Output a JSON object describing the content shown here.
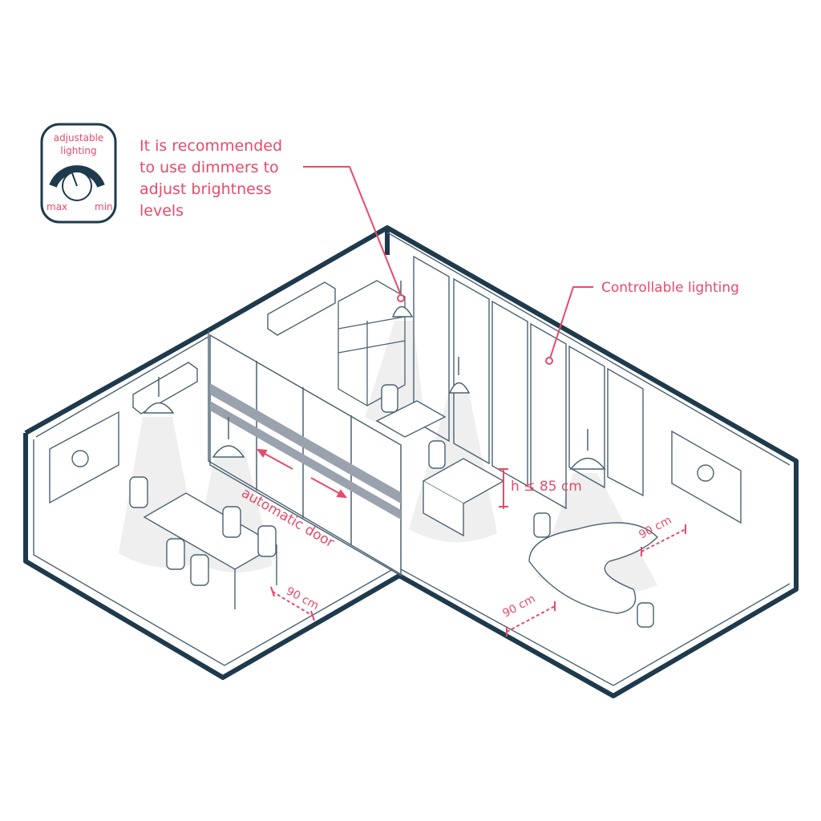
{
  "badge": {
    "title_line1": "adjustable",
    "title_line2": "lighting",
    "max_label": "max",
    "min_label": "min"
  },
  "annotations": {
    "dimmer_line1": "It is recommended",
    "dimmer_line2": "to use dimmers to",
    "dimmer_line3": "adjust brightness",
    "dimmer_line4": "levels",
    "controllable_lighting": "Controllable lighting",
    "automatic_door": "automatic door",
    "desk_height": "h ≤ 85 cm",
    "clearance_left": "90 cm",
    "clearance_right_top": "90 cm",
    "clearance_right_bottom": "90 cm"
  },
  "colors": {
    "wall": "#1e3a4c",
    "line": "#4a6272",
    "accent": "#e84a68",
    "light_cone": "#eeeeee",
    "door_band": "#9aa2ad"
  }
}
